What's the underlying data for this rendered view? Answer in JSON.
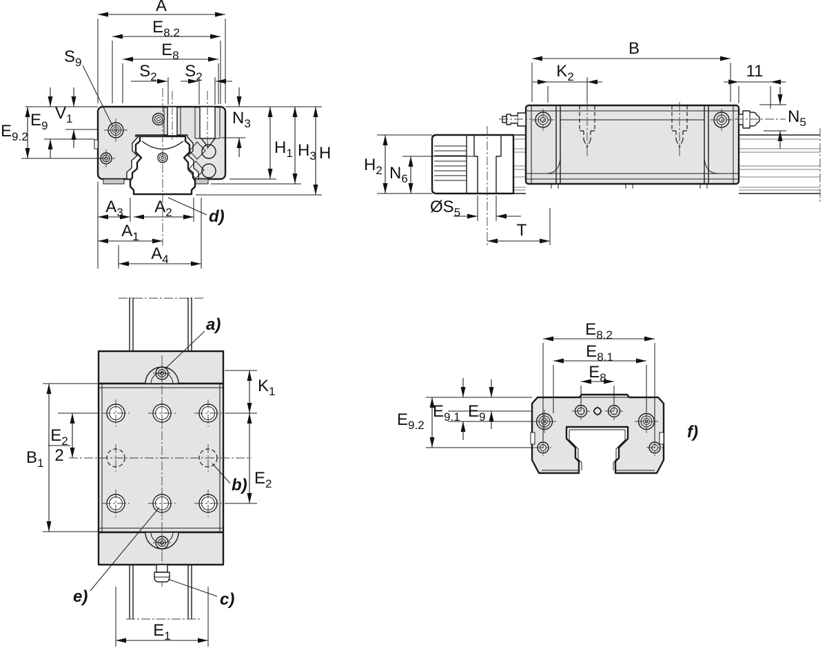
{
  "colors": {
    "line": "#1a1a1a",
    "body_fill": "#e4e4e4",
    "hatch": "#444444",
    "rail_gray": "#979797",
    "background": "#ffffff"
  },
  "views": {
    "front": {
      "title": "front-section-view",
      "labels": {
        "A": {
          "base": "A",
          "sub": ""
        },
        "E8_2": {
          "base": "E",
          "sub": "8.2"
        },
        "E8": {
          "base": "E",
          "sub": "8"
        },
        "S2a": {
          "base": "S",
          "sub": "2"
        },
        "S2b": {
          "base": "S",
          "sub": "2"
        },
        "S9": {
          "base": "S",
          "sub": "9"
        },
        "V1": {
          "base": "V",
          "sub": "1"
        },
        "E9": {
          "base": "E",
          "sub": "9"
        },
        "E9_2": {
          "base": "E",
          "sub": "9.2"
        },
        "N3": {
          "base": "N",
          "sub": "3"
        },
        "H1": {
          "base": "H",
          "sub": "1"
        },
        "H3": {
          "base": "H",
          "sub": "3"
        },
        "H": {
          "base": "H",
          "sub": ""
        },
        "A3": {
          "base": "A",
          "sub": "3"
        },
        "A2": {
          "base": "A",
          "sub": "2"
        },
        "A1": {
          "base": "A",
          "sub": "1"
        },
        "A4": {
          "base": "A",
          "sub": "4"
        },
        "d": {
          "base": "d)",
          "sub": ""
        }
      }
    },
    "side": {
      "title": "side-view-on-rail",
      "labels": {
        "B": {
          "base": "B",
          "sub": ""
        },
        "K2": {
          "base": "K",
          "sub": "2"
        },
        "n11": {
          "base": "11",
          "sub": ""
        },
        "N5": {
          "base": "N",
          "sub": "5"
        },
        "H2": {
          "base": "H",
          "sub": "2"
        },
        "N6": {
          "base": "N",
          "sub": "6"
        },
        "S5": {
          "base": "ØS",
          "sub": "5"
        },
        "T": {
          "base": "T",
          "sub": ""
        }
      }
    },
    "top": {
      "title": "top-view",
      "labels": {
        "a": {
          "base": "a)",
          "sub": ""
        },
        "K1": {
          "base": "K",
          "sub": "1"
        },
        "E2frac": {
          "num_base": "E",
          "num_sub": "2",
          "den": "2"
        },
        "B1": {
          "base": "B",
          "sub": "1"
        },
        "b": {
          "base": "b)",
          "sub": ""
        },
        "E2": {
          "base": "E",
          "sub": "2"
        },
        "e": {
          "base": "e)",
          "sub": ""
        },
        "c": {
          "base": "c)",
          "sub": ""
        },
        "E1": {
          "base": "E",
          "sub": "1"
        }
      }
    },
    "end": {
      "title": "end-cap-view",
      "labels": {
        "E8_2": {
          "base": "E",
          "sub": "8.2"
        },
        "E8_1": {
          "base": "E",
          "sub": "8.1"
        },
        "E8": {
          "base": "E",
          "sub": "8"
        },
        "E9_1": {
          "base": "E",
          "sub": "9.1"
        },
        "E9": {
          "base": "E",
          "sub": "9"
        },
        "E9_2": {
          "base": "E",
          "sub": "9.2"
        },
        "f": {
          "base": "f)",
          "sub": ""
        }
      }
    }
  }
}
